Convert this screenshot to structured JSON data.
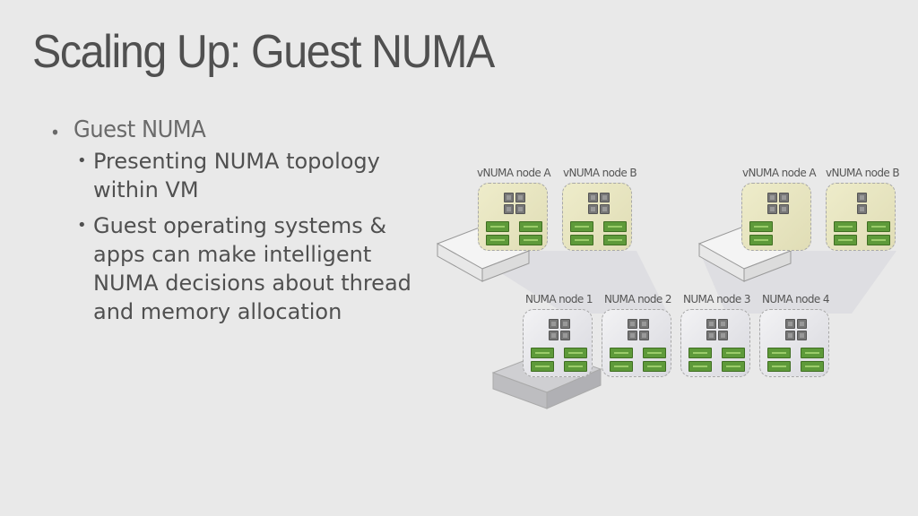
{
  "slide": {
    "title": "Scaling Up: Guest NUMA",
    "bullets": [
      {
        "text": "Guest NUMA",
        "sub": [
          {
            "lines": [
              "Presenting NUMA topology",
              "within VM"
            ]
          },
          {
            "lines": [
              "Guest operating systems &",
              "apps can make intelligent",
              "NUMA decisions about thread",
              "and memory allocation"
            ]
          }
        ]
      }
    ]
  },
  "diagram": {
    "vm_left": {
      "icon": "server-icon",
      "nodes": [
        {
          "label": "vNUMA node A",
          "cores": 4,
          "dimms": 4
        },
        {
          "label": "vNUMA node B",
          "cores": 4,
          "dimms": 4
        }
      ]
    },
    "vm_right": {
      "icon": "server-icon",
      "nodes": [
        {
          "label": "vNUMA node A",
          "cores": 4,
          "dimms": 2
        },
        {
          "label": "vNUMA node B",
          "cores": 2,
          "dimms": 4
        }
      ]
    },
    "host": {
      "icon": "server-icon",
      "nodes": [
        {
          "label": "NUMA node 1",
          "cores": 4,
          "dimms": 4
        },
        {
          "label": "NUMA node 2",
          "cores": 4,
          "dimms": 4
        },
        {
          "label": "NUMA node 3",
          "cores": 4,
          "dimms": 4
        },
        {
          "label": "NUMA node 4",
          "cores": 4,
          "dimms": 4
        }
      ]
    },
    "colors": {
      "vnuma_fill": "#e6e3c0",
      "numa_fill": "#e4e4e8",
      "dimm": "#5e9a3a",
      "core": "#777777"
    }
  }
}
